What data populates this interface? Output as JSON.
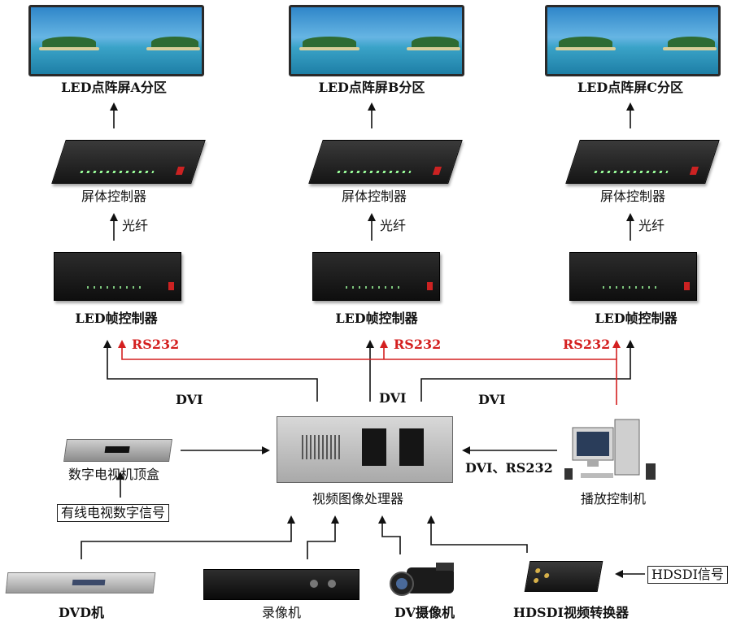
{
  "screens": {
    "a": "LED点阵屏A分区",
    "b": "LED点阵屏B分区",
    "c": "LED点阵屏C分区"
  },
  "screen_controller_label": "屏体控制器",
  "fiber_label": "光纤",
  "frame_controller_label": "LED帧控制器",
  "rs232_label": "RS232",
  "dvi_label": "DVI",
  "processor_label": "视频图像处理器",
  "set_top_box_label": "数字电视机顶盒",
  "cable_signal_label": "有线电视数字信号",
  "playback_pc_label": "播放控制机",
  "pc_link_label": "DVI、RS232",
  "sources": {
    "dvd": "DVD机",
    "vcr": "录像机",
    "camcorder": "DV摄像机",
    "converter": "HDSDI视频转换器"
  },
  "hdsdi_signal_label": "HDSDI信号",
  "colors": {
    "control_line": "#d42020",
    "data_line": "#111111"
  }
}
